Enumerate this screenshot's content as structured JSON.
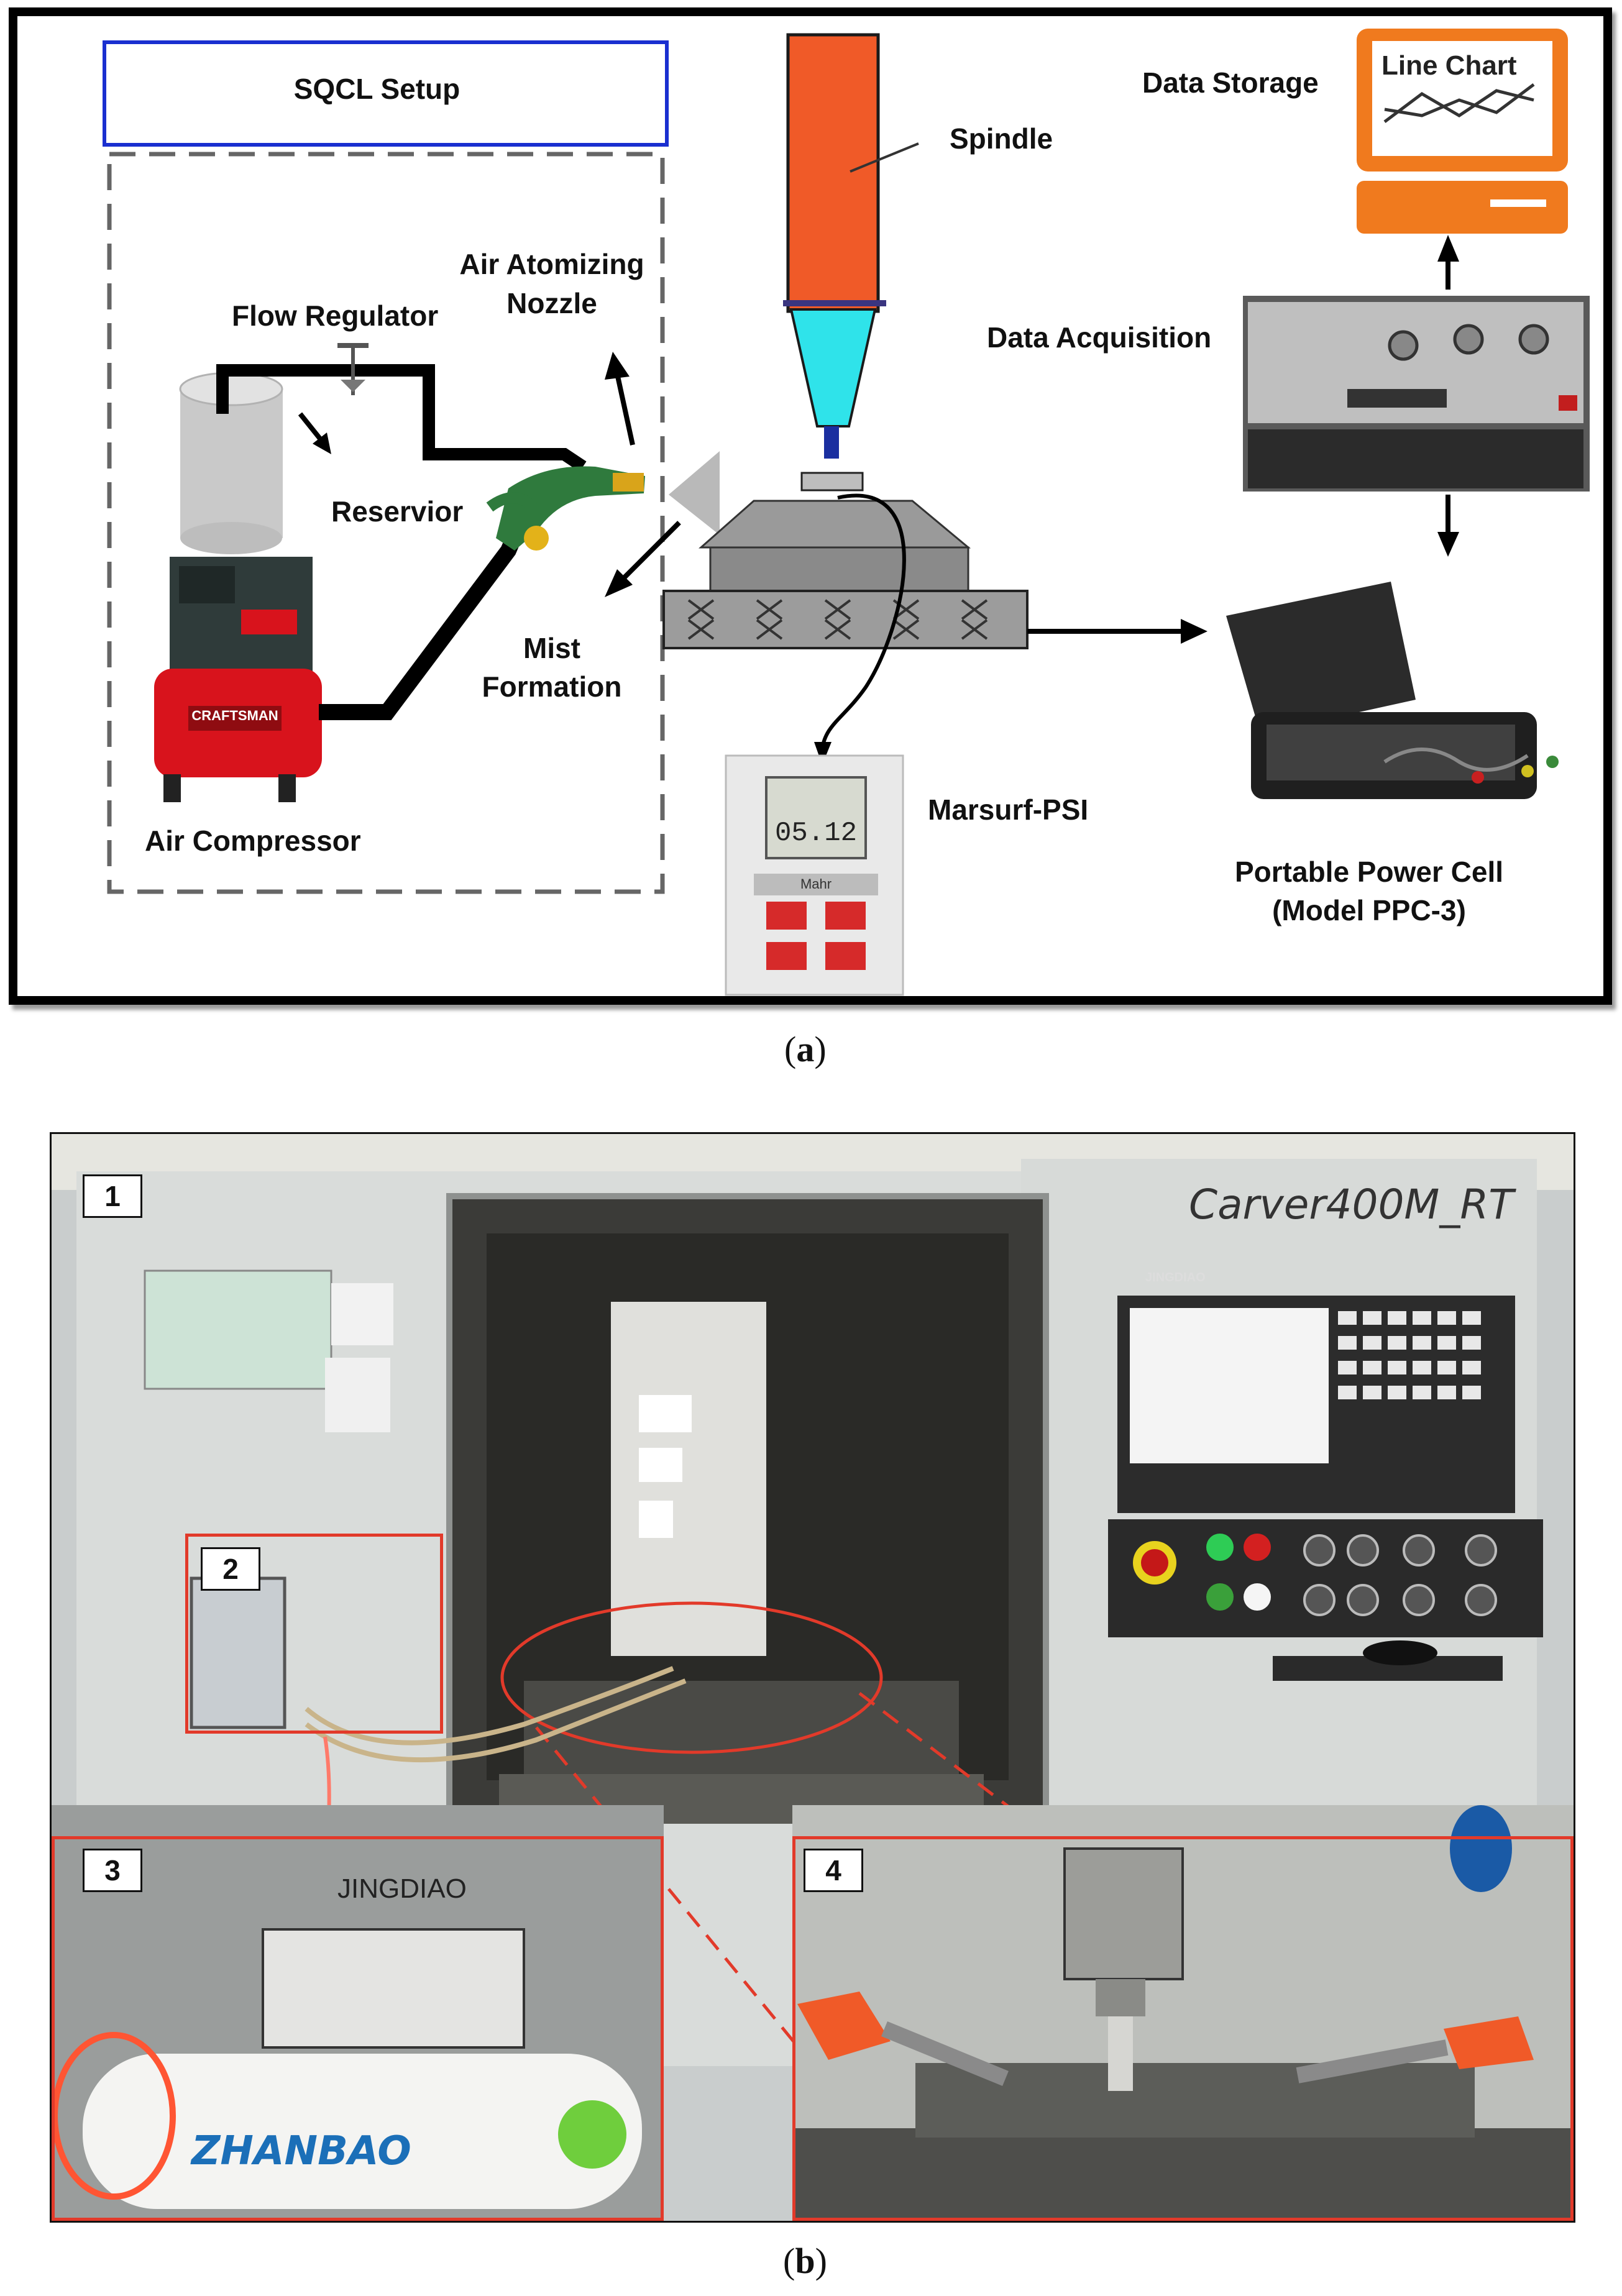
{
  "panel_a": {
    "sqcl_title": "SQCL Setup",
    "labels": {
      "flow_regulator": "Flow Regulator",
      "air_atomizing_nozzle_1": "Air Atomizing",
      "air_atomizing_nozzle_2": "Nozzle",
      "reservior": "Reservior",
      "mist_formation_1": "Mist",
      "mist_formation_2": "Formation",
      "air_compressor": "Air Compressor",
      "spindle": "Spindle",
      "data_storage": "Data Storage",
      "data_acquisition": "Data Acquisition",
      "marsurf": "Marsurf-PSI",
      "portable_power_cell_1": "Portable Power Cell",
      "portable_power_cell_2": "(Model PPC-3)"
    },
    "monitor_text": "Line Chart",
    "compressor_brand": "CRAFTSMAN",
    "marsurf_display": "05.12",
    "marsurf_brand": "Mahr",
    "caption": "a"
  },
  "panel_b": {
    "badges": [
      "1",
      "2",
      "3",
      "4"
    ],
    "machine_brand": "Carver400M_RT",
    "compressor_brand": "JINGDIAO",
    "compressor_logo": "ZHANBAO",
    "controller_brand": "JINGDIAO",
    "caption": "b"
  },
  "colors": {
    "spindle": "#f05a28",
    "cone": "#2fe3ea",
    "monitor": "#f07a1e",
    "sqcl_border": "#1a2fd0",
    "annotation_red": "#e23a2a",
    "compressor_red": "#d8131c"
  }
}
